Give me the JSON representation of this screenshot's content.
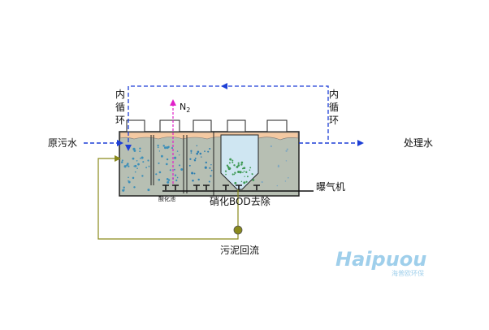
{
  "labels": {
    "inner_loop_left": [
      "内",
      "循",
      "环"
    ],
    "inner_loop_right": [
      "内",
      "循",
      "环"
    ],
    "n2": "N",
    "n2_sub": "2",
    "raw_sewage": "原污水",
    "treated_water": "处理水",
    "aeration_fan": "曝气机",
    "anoxic_tank": "酸化池",
    "process_name": "硝化BOD去除",
    "sludge_return": "污泥回流"
  },
  "brand": {
    "logo_text": "Haipuou",
    "logo_cn": "海普欧环保",
    "color": "#8fc7e8"
  },
  "colors": {
    "flow_blue": "#1d3fd6",
    "n2_magenta": "#e020c8",
    "sludge_line": "#8a8a1c",
    "tank_fill": "#b7bfb3",
    "scum_fill": "#f4c9a2"
  }
}
